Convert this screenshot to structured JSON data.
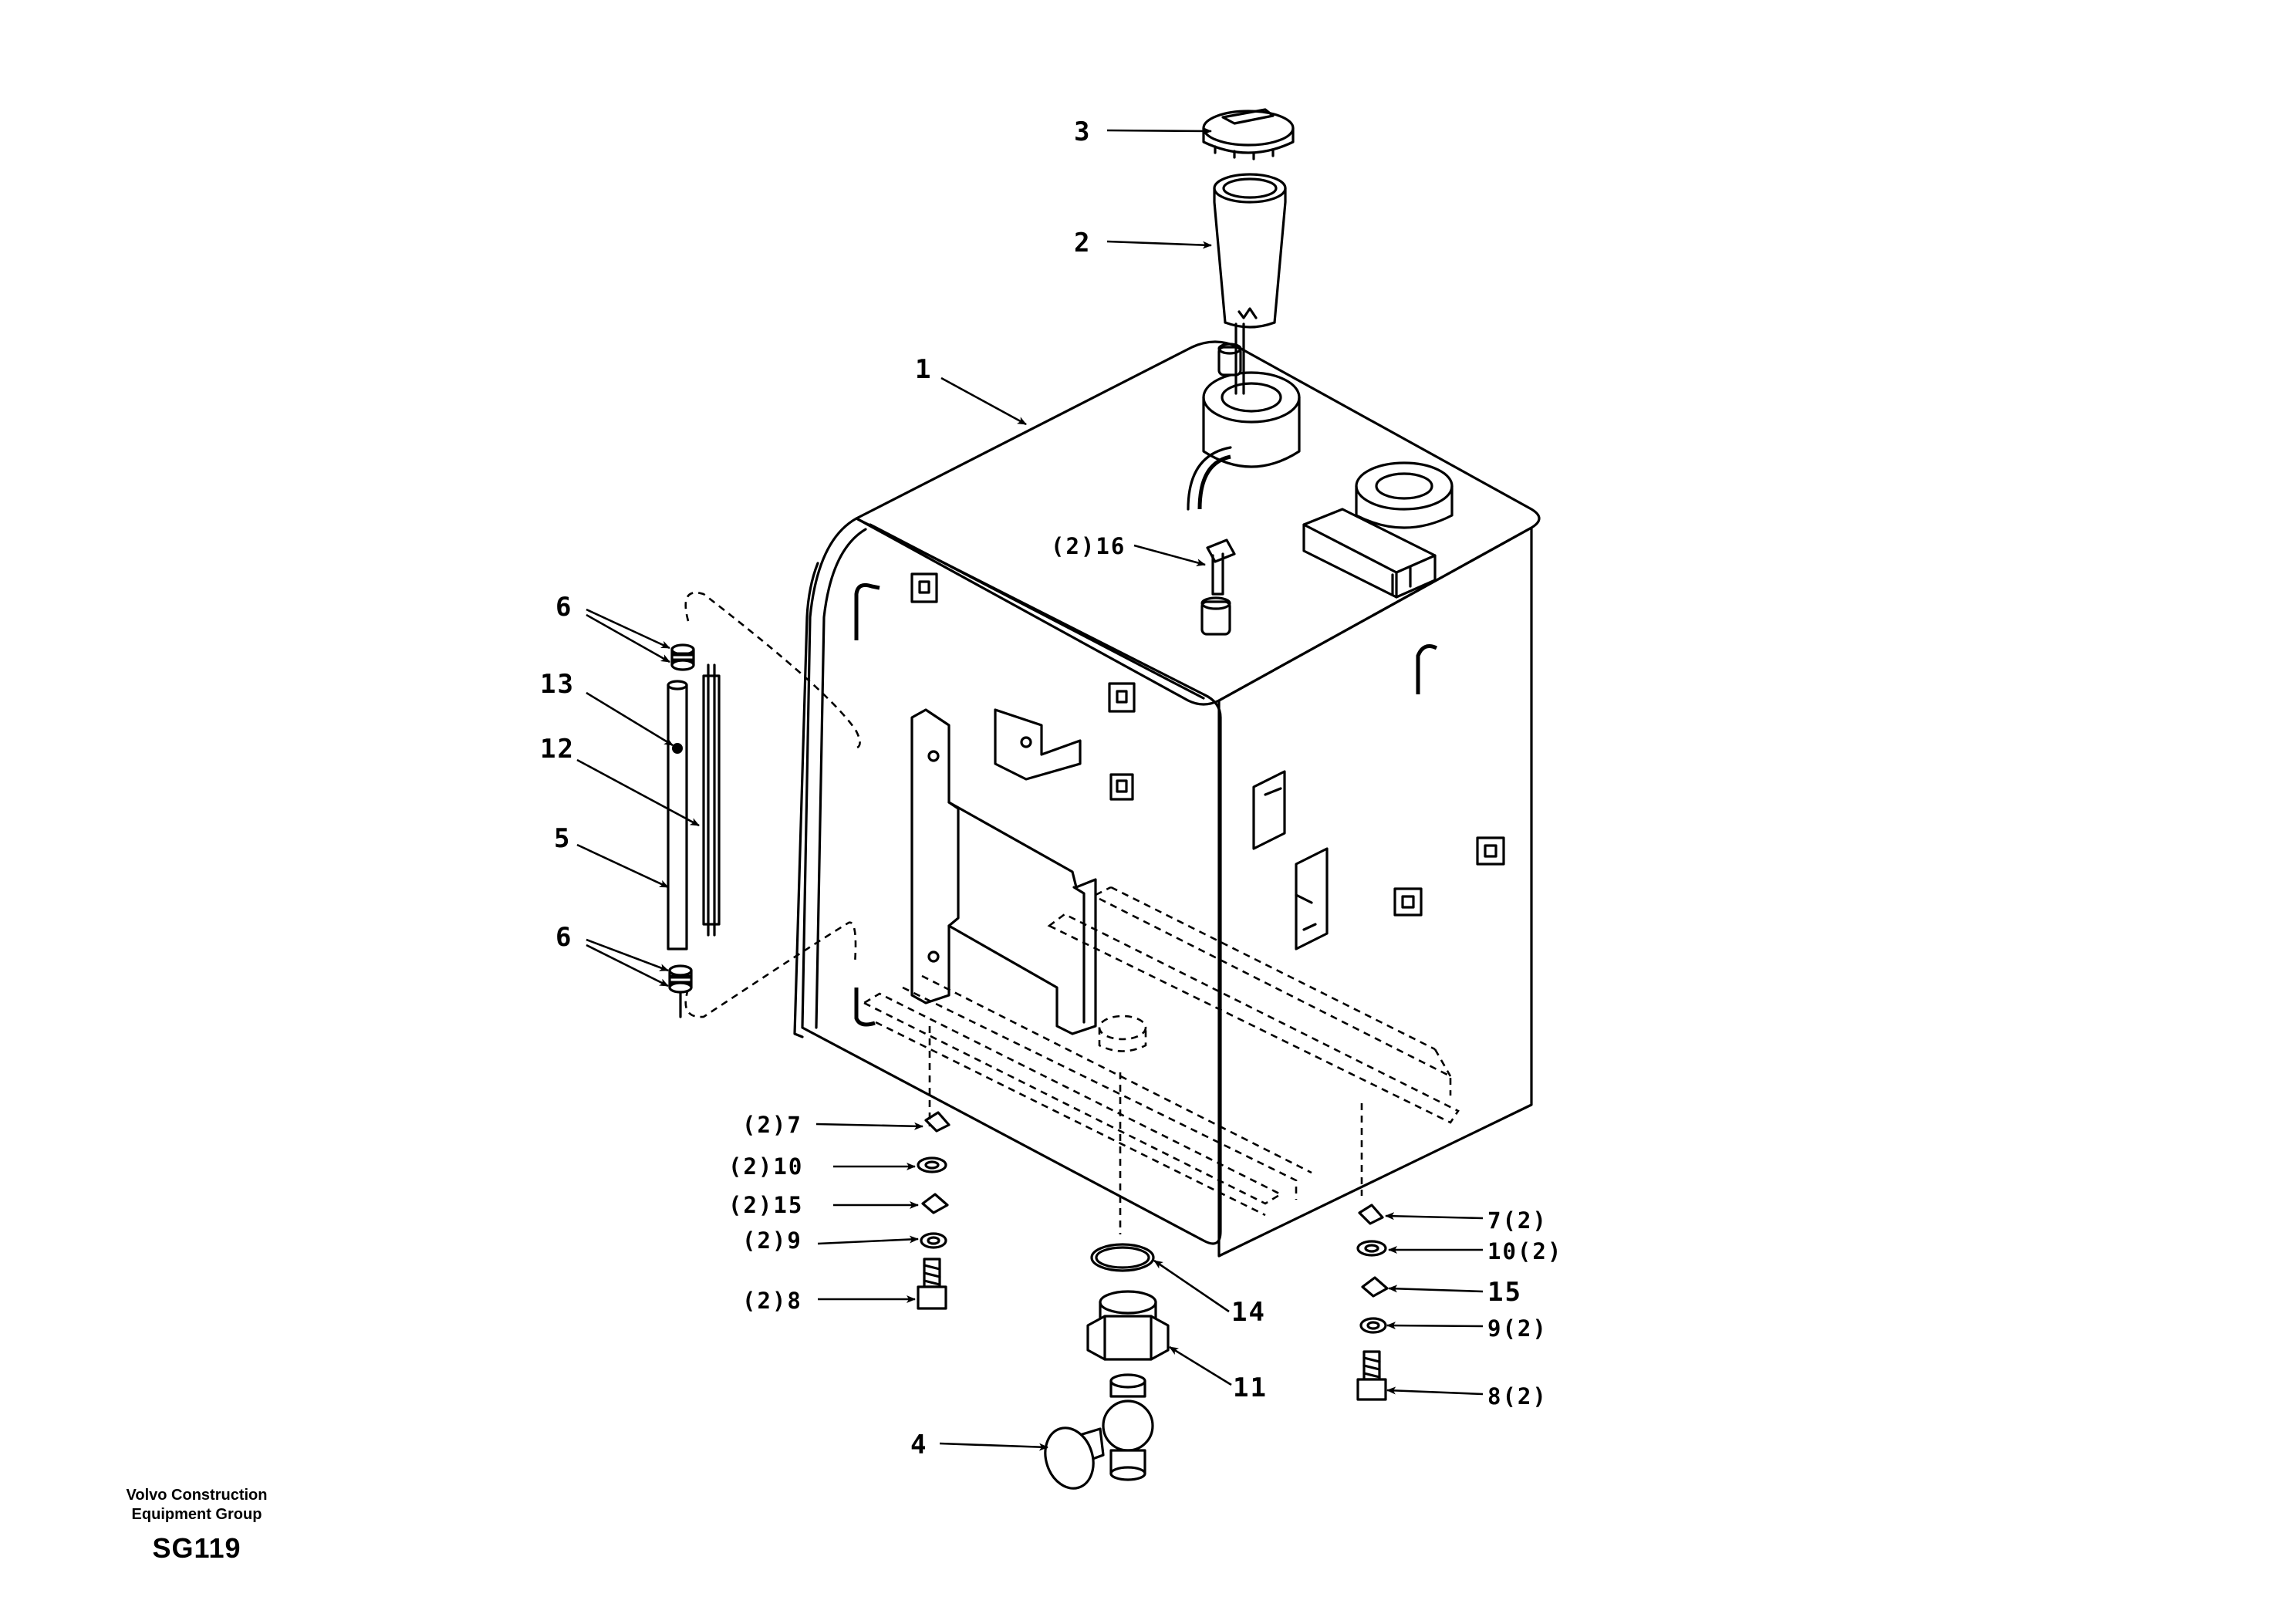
{
  "footer": {
    "company_line1": "Volvo Construction",
    "company_line2": "Equipment Group",
    "drawing_code": "SG119"
  },
  "callouts": {
    "c1": "1",
    "c2": "2",
    "c3": "3",
    "c4": "4",
    "c5": "5",
    "c6_top": "6",
    "c6_bottom": "6",
    "c7_left": "(2)7",
    "c7_right": "7(2)",
    "c8_left": "(2)8",
    "c8_right": "8(2)",
    "c9_left": "(2)9",
    "c9_right": "9(2)",
    "c10_left": "(2)10",
    "c10_right": "10(2)",
    "c11": "11",
    "c12": "12",
    "c13": "13",
    "c14": "14",
    "c15_left": "(2)15",
    "c15_right": "15",
    "c16": "(2)16"
  }
}
